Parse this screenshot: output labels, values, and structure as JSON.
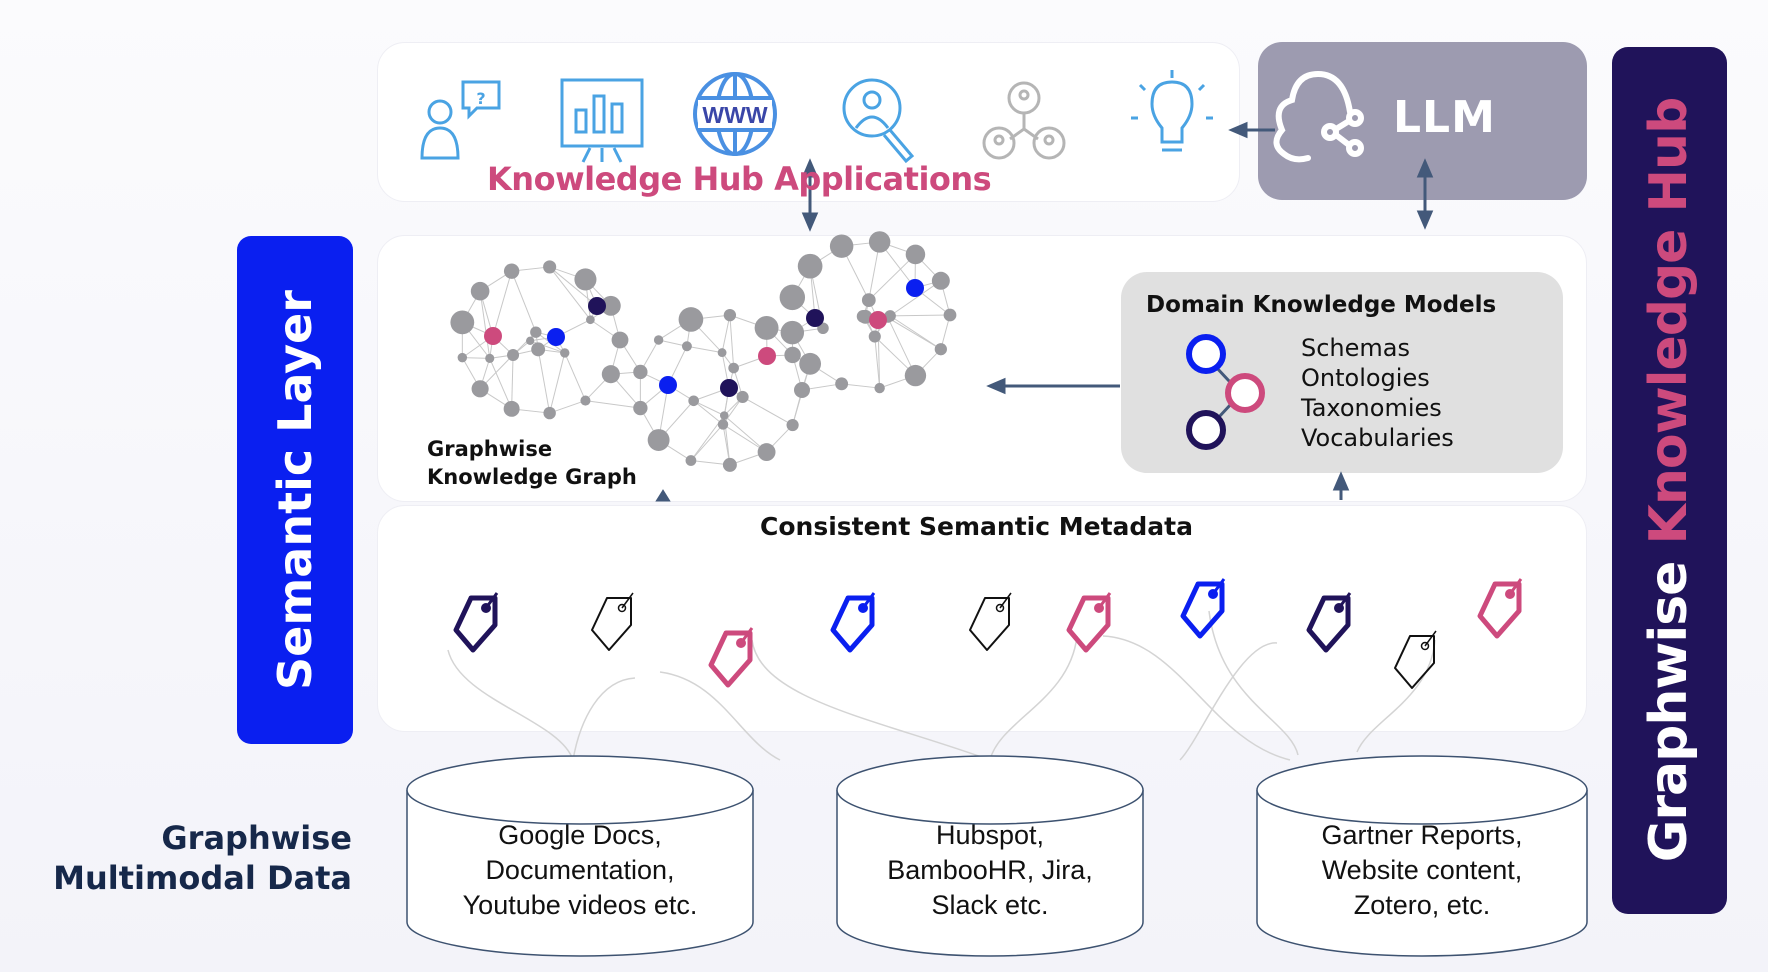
{
  "apps": {
    "title": "Knowledge Hub Applications",
    "icons": [
      "question-user-icon",
      "presentation-chart-icon",
      "www-globe-icon",
      "user-search-icon",
      "user-network-icon",
      "lightbulb-icon"
    ]
  },
  "llm": {
    "label": "LLM",
    "icon": "cloud-share-icon"
  },
  "hub": {
    "word1": "Graphwise",
    "word2": "Knowledge Hub"
  },
  "semantic_layer": {
    "label": "Semantic Layer"
  },
  "knowledge_graph": {
    "line1": "Graphwise",
    "line2": "Knowledge Graph"
  },
  "domain_models": {
    "title": "Domain Knowledge Models",
    "items": [
      "Schemas",
      "Ontologies",
      "Taxonomies",
      "Vocabularies"
    ]
  },
  "metadata": {
    "title": "Consistent Semantic Metadata"
  },
  "data_label": {
    "line1": "Graphwise",
    "line2": "Multimodal Data"
  },
  "sources": [
    {
      "lines": [
        "Google Docs,",
        "Documentation,",
        "Youtube videos etc."
      ]
    },
    {
      "lines": [
        "Hubspot,",
        "BambooHR, Jira,",
        "Slack etc."
      ]
    },
    {
      "lines": [
        "Gartner Reports,",
        "Website content,",
        "Zotero, etc."
      ]
    }
  ],
  "colors": {
    "pink": "#cd4a7d",
    "blue": "#0a1ff0",
    "navy": "#20135a",
    "gray_node": "#9a9a9e",
    "icon_blue": "#4aa3e3",
    "arrow": "#43597a",
    "llm_bg": "#9d9bb0"
  }
}
